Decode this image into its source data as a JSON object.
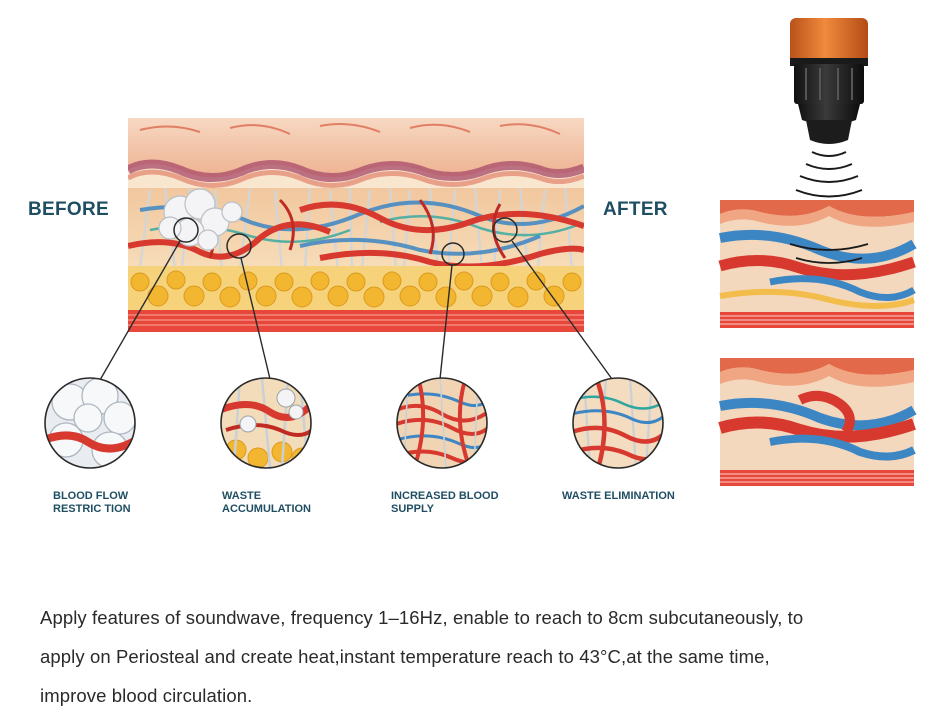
{
  "labels": {
    "before": "BEFORE",
    "after": "AFTER"
  },
  "captions": [
    {
      "line1": "BLOOD FLOW",
      "line2": "RESTRIC TION"
    },
    {
      "line1": "WASTE",
      "line2": "ACCUMULATION"
    },
    {
      "line1": "INCREASED BLOOD",
      "line2": "SUPPLY"
    },
    {
      "line1": "WASTE ELIMINATION",
      "line2": ""
    }
  ],
  "description": {
    "line1": "Apply features of soundwave, frequency 1–16Hz, enable to reach to 8cm subcutaneously, to",
    "line2": "apply on Periosteal and create heat,instant temperature reach to 43°C,at the same time,",
    "line3": "improve blood circulation."
  },
  "colors": {
    "label_text": "#1f4e63",
    "vessel_red": "#d8392f",
    "vessel_blue": "#3d86c4",
    "fat_yellow": "#f2b630",
    "skin_pink": "#f3c7a8",
    "device_orange": "#e8702a"
  }
}
